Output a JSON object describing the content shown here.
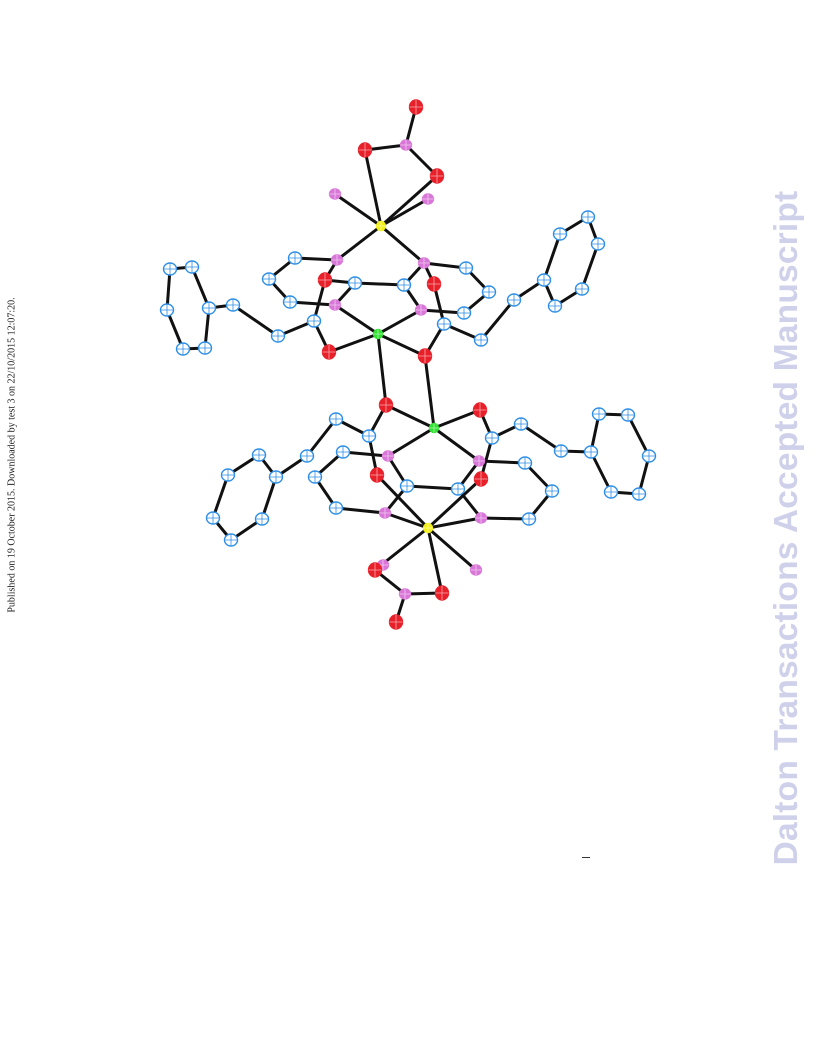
{
  "watermark": {
    "text": "Dalton Transactions Accepted Manuscript"
  },
  "side_note": {
    "text": "Published on 19 October 2015. Downloaded by test 3 on 22/10/2015 12:07:20."
  },
  "figure": {
    "colors": {
      "bond": "#111111",
      "carbon": "#2f8fe6",
      "oxygen": "#e8202a",
      "phosphorus": "#d977d8",
      "metal": "#f2ef1a",
      "center": "#32e232"
    },
    "icon": "crystal-structure-ortep"
  }
}
